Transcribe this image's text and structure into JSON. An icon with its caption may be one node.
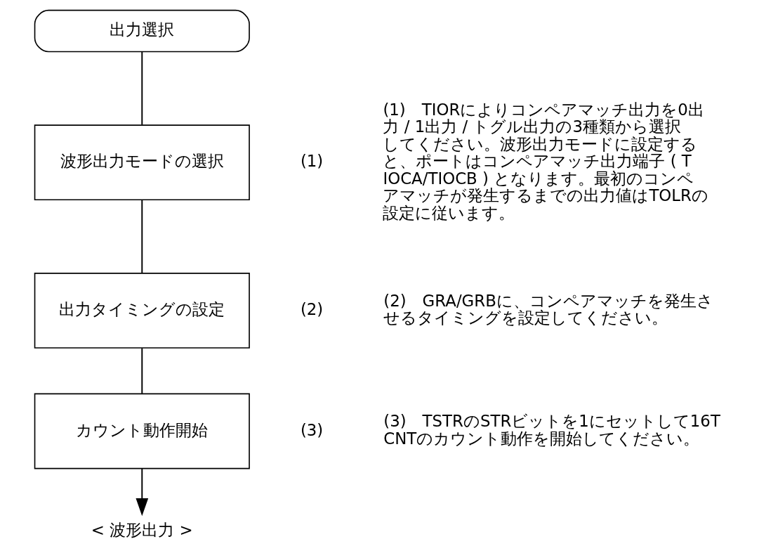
{
  "diagram": {
    "nodes": [
      {
        "text": [
          "出力選択"
        ]
      },
      {
        "text": [
          "波形出力モードの選択"
        ],
        "beside": [
          "(1)"
        ]
      },
      {
        "text": [
          "出力タイミングの設定"
        ],
        "beside": [
          "(2)"
        ]
      },
      {
        "text": [
          "カウント動作開始"
        ],
        "beside": [
          "(3)"
        ]
      },
      {
        "text": [
          "< 波形出力 >"
        ]
      }
    ],
    "edges": [
      {
        "from": 0,
        "to": 1,
        "arrow": "none"
      },
      {
        "from": 1,
        "to": 2,
        "arrow": "none"
      },
      {
        "from": 2,
        "to": 3,
        "arrow": "none"
      },
      {
        "from": 3,
        "to": 4,
        "arrow": "to"
      }
    ],
    "labels": [
      "(1)　TIORによりコンペアマッチ出力を0出力 / 1出力 / トグル出力の3種類から選択してください。波形出力モードに設定すると、ポートはコンペアマッチ出力端子 ( TIOCA/TIOCB ) となります。最初のコンペアマッチが発生するまでの出力値はTOLRの設定に従います。",
      "(2)　GRA/GRBに、コンペアマッチを発生させるタイミングを設定してください。",
      "(3)　TSTRのSTRビットを1にセットして16TCNTのカウント動作を開始してください。"
    ]
  }
}
